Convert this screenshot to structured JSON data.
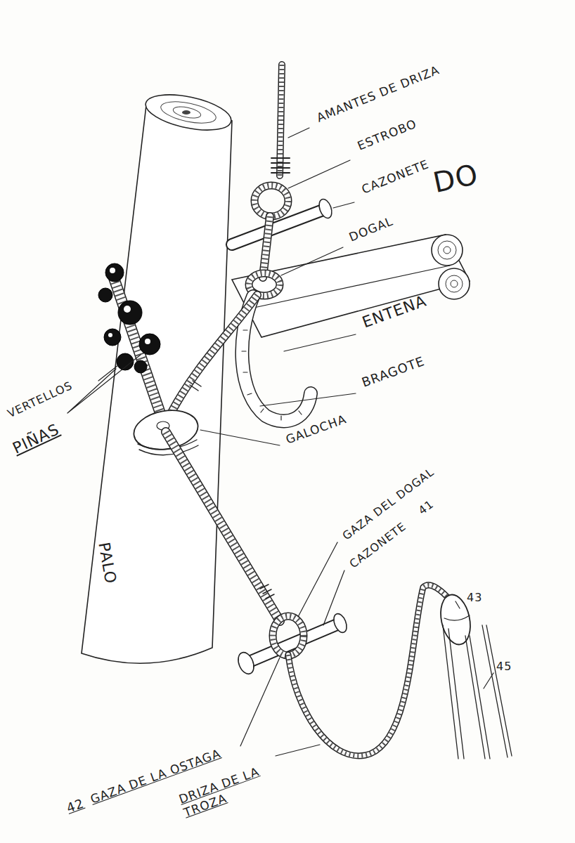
{
  "diagram": {
    "labels": [
      "AMANTES DE DRIZA",
      "ESTROBO",
      "CAZONETE",
      "DOGAL",
      "DO",
      "ENTENA",
      "BRAGOTE",
      "VERTELLOS",
      "PIÑAS",
      "GALOCHA",
      "GAZA DEL DOGAL",
      "CAZONETE",
      "41",
      "42",
      "GAZA DE LA OSTAGA",
      "DRIZA DE LA TROZA",
      "43",
      "45",
      "PALO"
    ]
  }
}
